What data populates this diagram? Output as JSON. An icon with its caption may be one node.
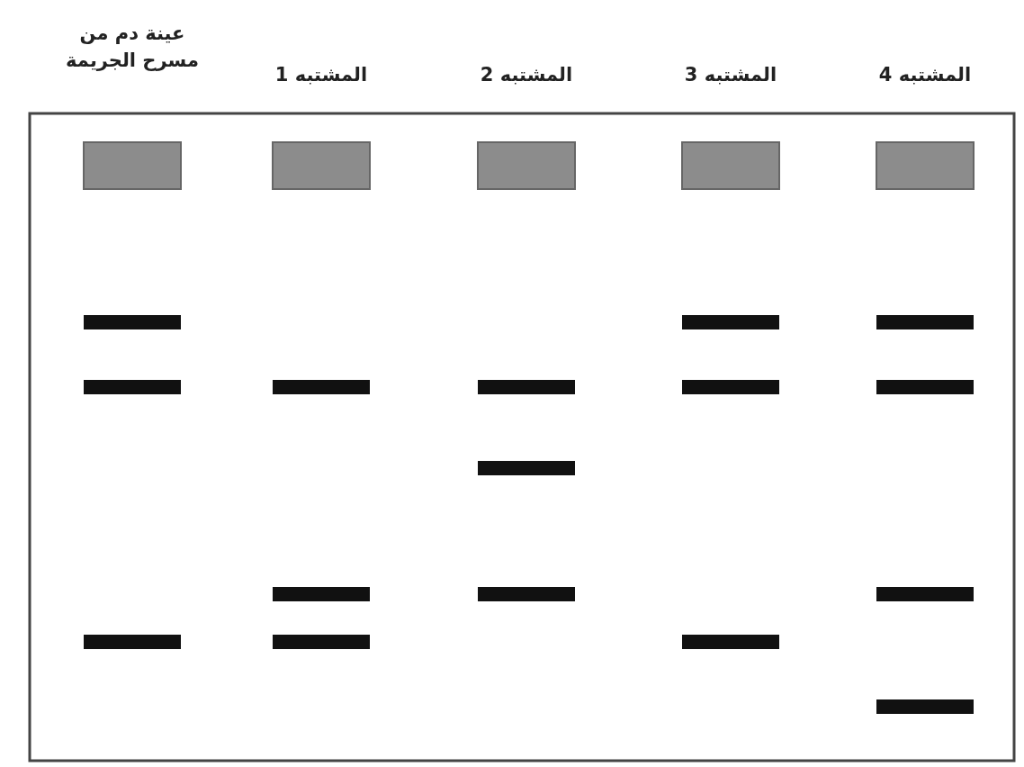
{
  "diagram": {
    "labels": [
      "عينة دم من مسرح الجريمة",
      "المشتبه 1",
      "المشتبه 2",
      "المشتبه 3",
      "المشتبه 4"
    ]
  }
}
